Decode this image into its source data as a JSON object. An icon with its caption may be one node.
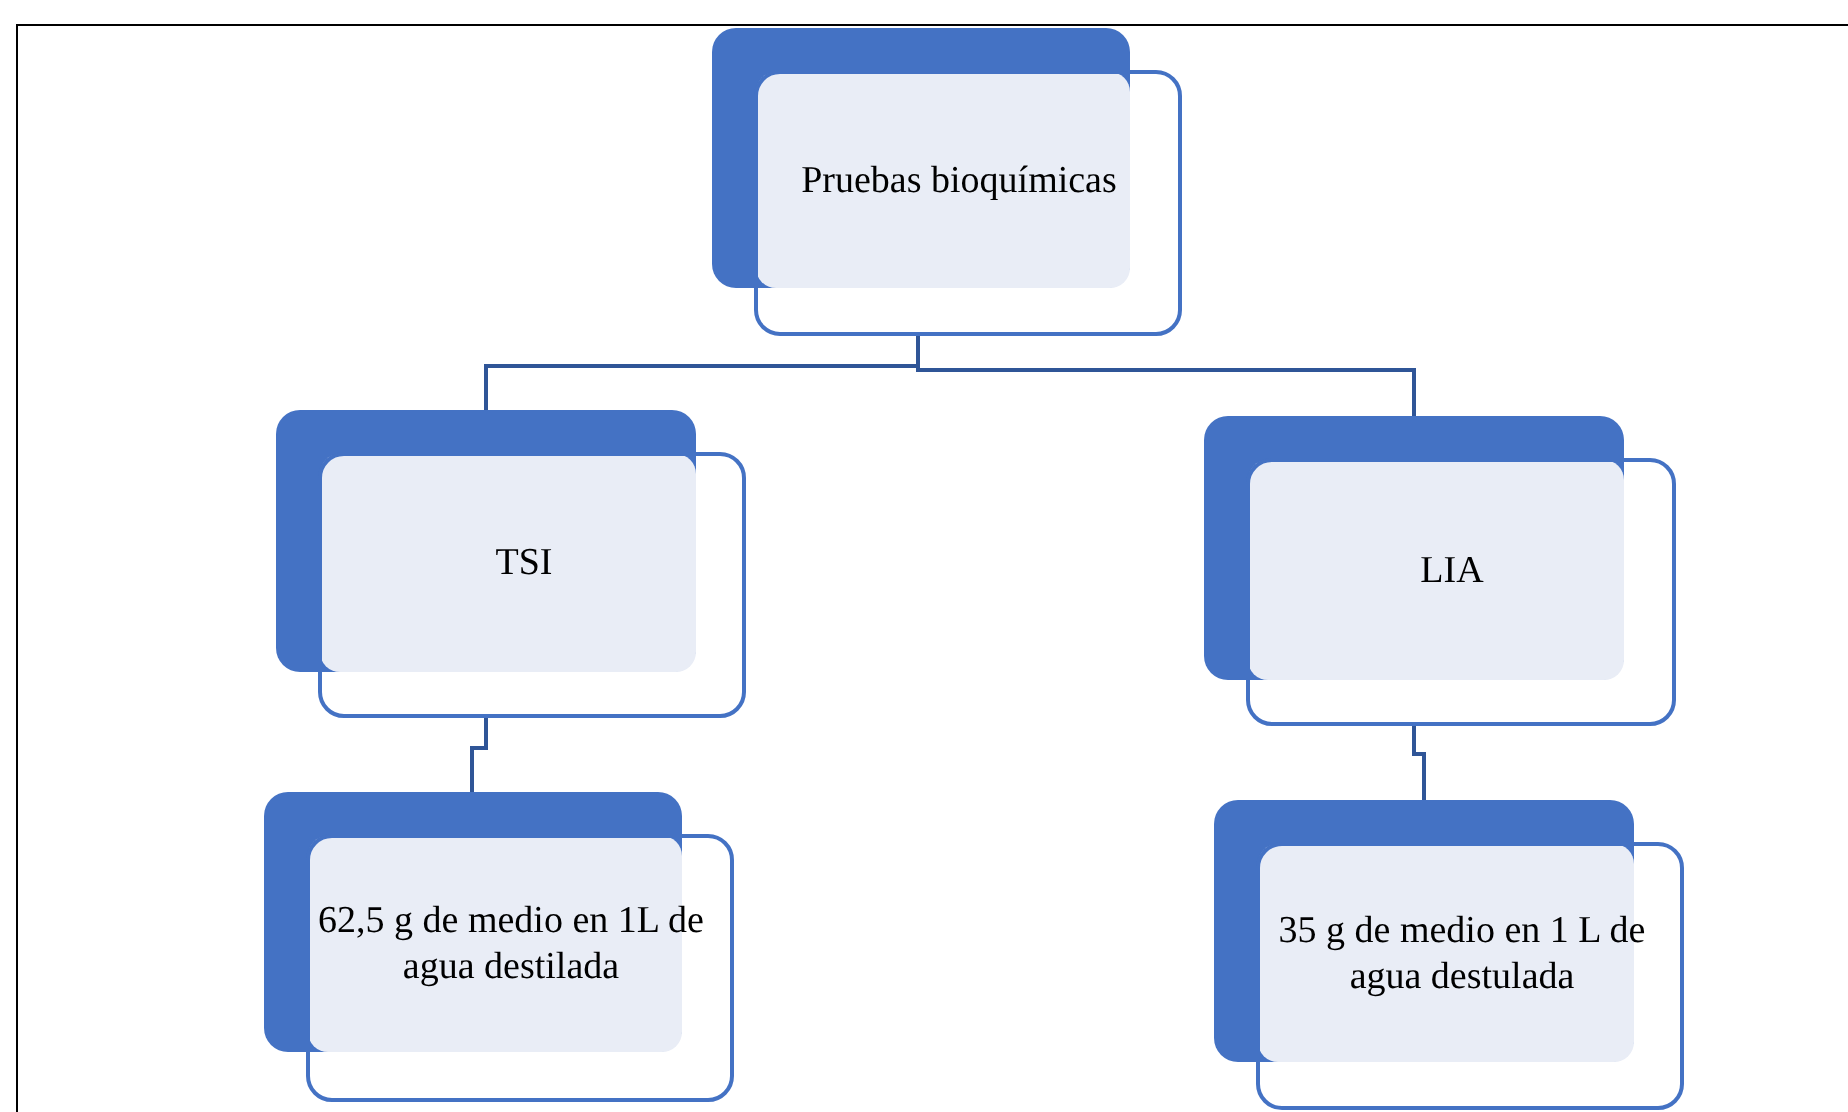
{
  "diagram": {
    "nodes": [
      {
        "text": [
          "Pruebas bioquímicas"
        ]
      },
      {
        "text": [
          "TSI"
        ]
      },
      {
        "text": [
          "LIA"
        ]
      },
      {
        "text": [
          "62,5 g de medio en 1L de agua destilada"
        ]
      },
      {
        "text": [
          "35 g de medio en 1 L de agua destulada"
        ]
      }
    ],
    "edges": [
      {
        "from": 0,
        "to": 1,
        "arrow": "none"
      },
      {
        "from": 0,
        "to": 2,
        "arrow": "none"
      },
      {
        "from": 1,
        "to": 3,
        "arrow": "none"
      },
      {
        "from": 2,
        "to": 4,
        "arrow": "none"
      }
    ]
  }
}
